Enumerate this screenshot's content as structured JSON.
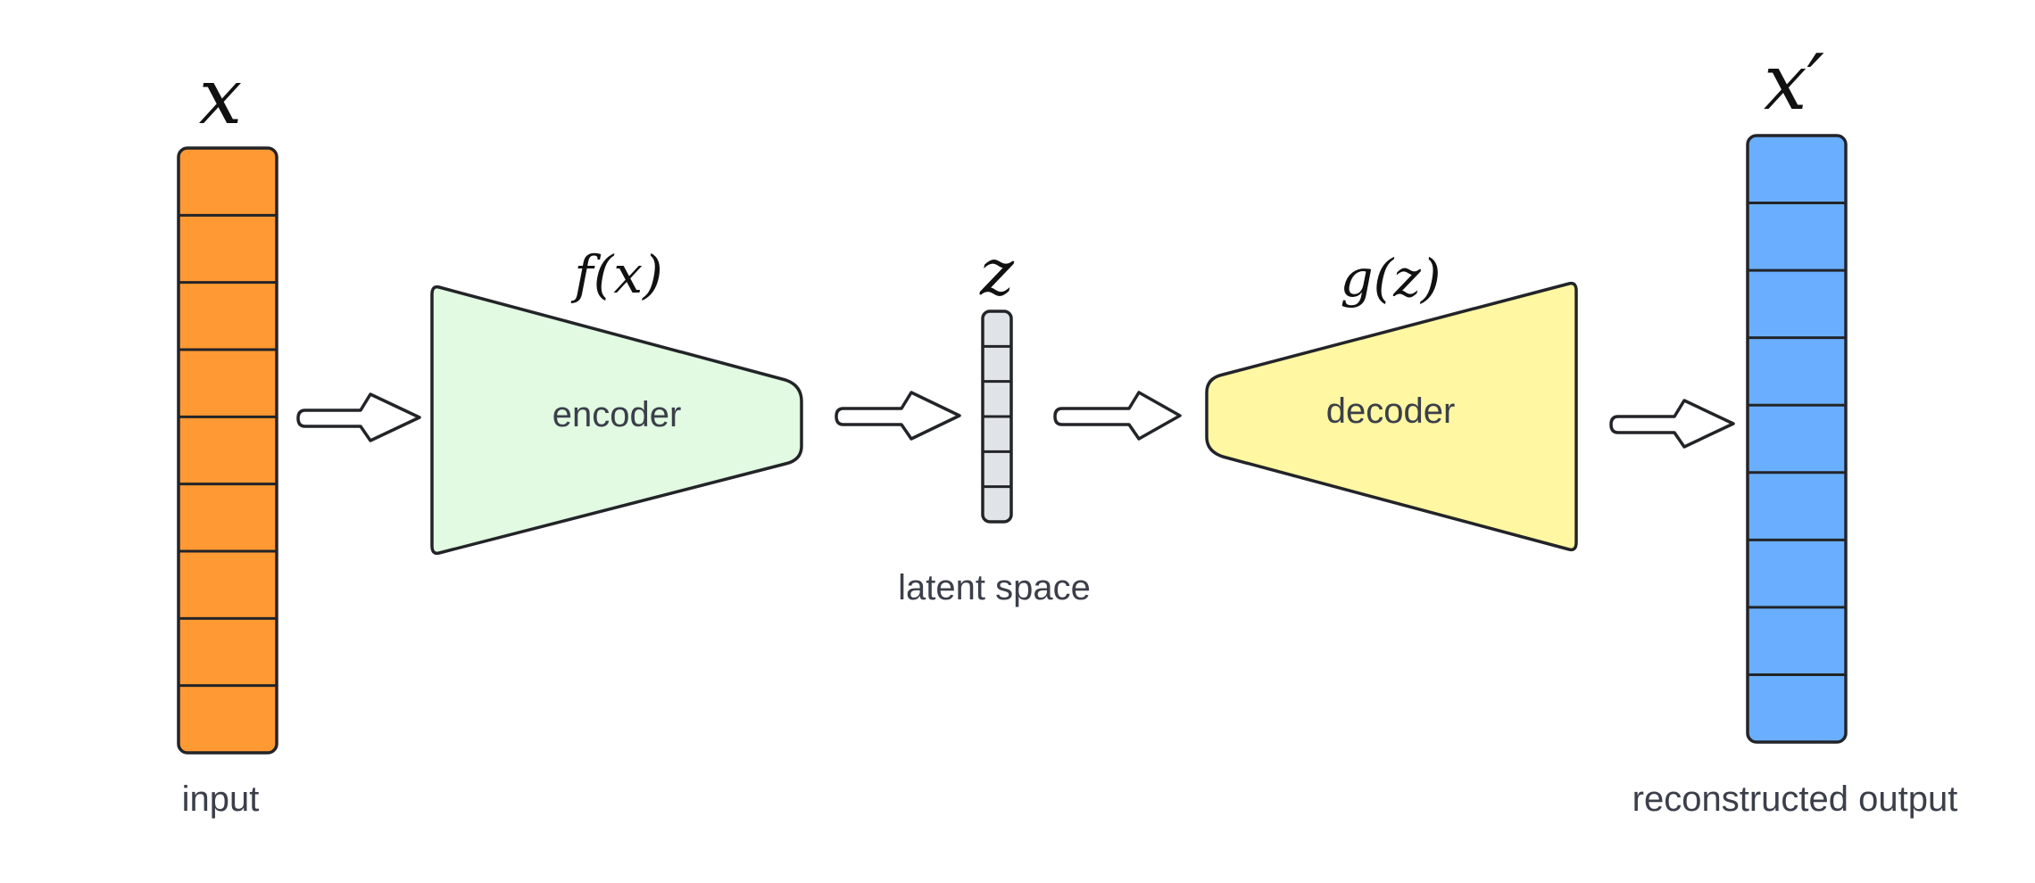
{
  "input": {
    "symbol": "x",
    "caption": "input",
    "color": "#FF9933",
    "cells": 9
  },
  "encoder": {
    "function": "f(x)",
    "label": "encoder",
    "color": "#E1FAE1"
  },
  "latent": {
    "symbol": "z",
    "caption": "latent space",
    "color": "#E0E3E7",
    "cells": 6
  },
  "decoder": {
    "function": "g(z)",
    "label": "decoder",
    "color": "#FFF7A1"
  },
  "output": {
    "symbol": "x′",
    "caption": "reconstructed output",
    "color": "#6AAFFF",
    "cells": 9
  },
  "colors": {
    "stroke": "#222428",
    "text": "#3B3F4A",
    "arrow_fill": "#FFFFFF"
  }
}
